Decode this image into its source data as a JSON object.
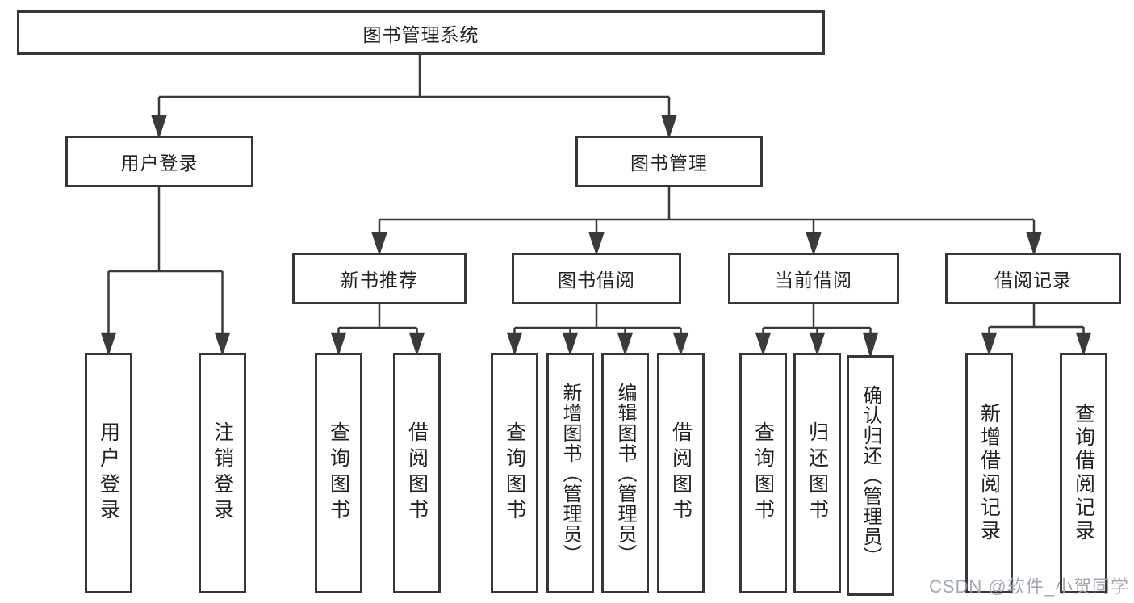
{
  "diagram": {
    "root": {
      "label": "图书管理系统"
    },
    "level2": [
      {
        "label": "用户登录"
      },
      {
        "label": "图书管理"
      }
    ],
    "level3": [
      {
        "label": "新书推荐"
      },
      {
        "label": "图书借阅"
      },
      {
        "label": "当前借阅"
      },
      {
        "label": "借阅记录"
      }
    ],
    "leaves": {
      "user_login": [
        "用户登录",
        "注销登录"
      ],
      "new_books": [
        "查询图书",
        "借阅图书"
      ],
      "book_borrow": [
        "查询图书",
        "新增图书（管理员）",
        "编辑图书（管理员）",
        "借阅图书"
      ],
      "current_borrow": [
        "查询图书",
        "归还图书",
        "确认归还（管理员）"
      ],
      "borrow_records": [
        "新增借阅记录",
        "查询借阅记录"
      ]
    },
    "watermark": "CSDN @软件_小贺同学",
    "colors": {
      "line": "#3a3a3a",
      "border": "#373737",
      "text": "#222222",
      "watermark_text": "#9aa0a8",
      "background": "#ffffff"
    }
  }
}
